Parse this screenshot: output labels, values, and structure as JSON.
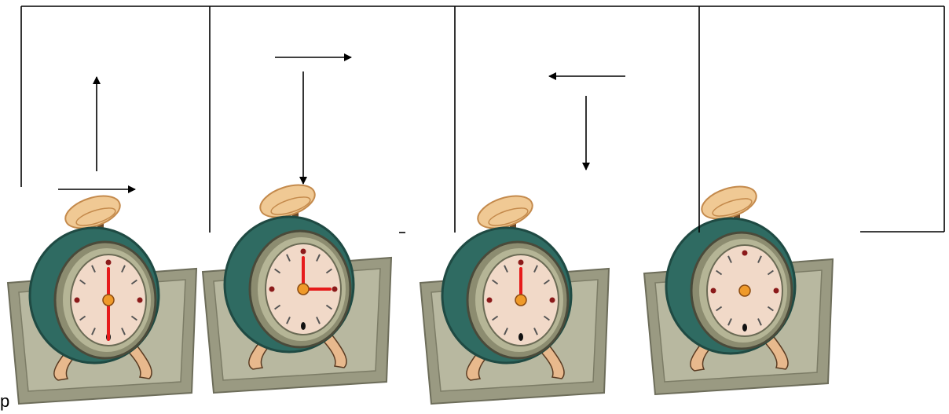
{
  "figure": {
    "frames": 4,
    "clock_style": {
      "body": "#2f6b62",
      "body_dark": "#1f4a43",
      "ring": "#8c8c70",
      "ring_light": "#b5b596",
      "face": "#f1d9c8",
      "hand": "#e61b1b",
      "dial_tick": "#555555",
      "dial_red": "#8b1a1a",
      "hub": "#ef9a2a",
      "base": "#9a9a82",
      "base_light": "#b8b8a0",
      "legs": "#e8b98d",
      "bell": "#f0c994",
      "bell_dark": "#c48a4c"
    },
    "clocks": [
      {
        "id": "clock-1",
        "hands": [
          "12",
          "6"
        ]
      },
      {
        "id": "clock-2",
        "hands": [
          "12",
          "3"
        ]
      },
      {
        "id": "clock-3",
        "hands": [
          "12"
        ]
      },
      {
        "id": "clock-4",
        "hands": []
      }
    ],
    "bottom_left_glyph": "p"
  }
}
